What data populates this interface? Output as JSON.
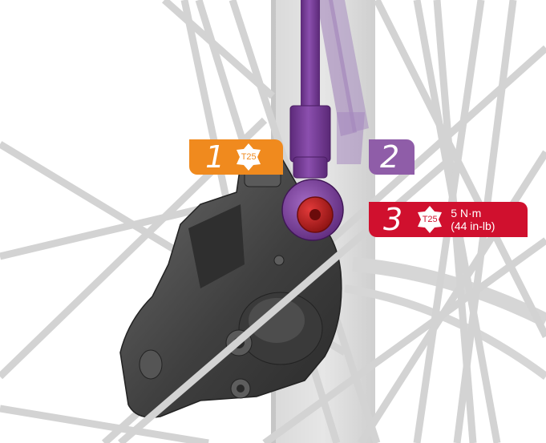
{
  "colors": {
    "step1": "#f08a1e",
    "step2": "#8f5da8",
    "step3": "#d0102e",
    "hose": "#7b3f9a",
    "caliper": "#4a4a4a"
  },
  "callouts": [
    {
      "number": "1",
      "bit": "T25"
    },
    {
      "number": "2"
    },
    {
      "number": "3",
      "bit": "T25",
      "torque": "5 N·m",
      "torque_imperial": "(44 in-lb)"
    }
  ],
  "icons": {
    "bit_icon": "torx-star-icon"
  }
}
